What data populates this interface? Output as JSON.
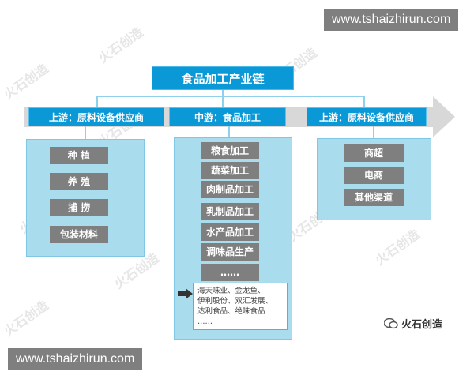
{
  "watermark": "火石创造",
  "url_banner_top": "www.tshaizhirun.com",
  "url_banner_bottom": "www.tshaizhirun.com",
  "title": "食品加工产业链",
  "stages": [
    {
      "label": "上游：原料设备供应商"
    },
    {
      "label": "中游：食品加工"
    },
    {
      "label": "上游：原料设备供应商"
    }
  ],
  "upstream_items": [
    "种 植",
    "养 殖",
    "捕 捞",
    "包装材料"
  ],
  "midstream_items": [
    "粮食加工",
    "蔬菜加工",
    "肉制品加工",
    "乳制品加工",
    "水产品加工",
    "调味品生产",
    "……"
  ],
  "companies": [
    "海天味业、金龙鱼、",
    "伊利股份、双汇发展、",
    "达利食品、绝味食品",
    "……"
  ],
  "downstream_items": [
    "商超",
    "电商",
    "其他渠道"
  ],
  "logo_text": "火石创造"
}
